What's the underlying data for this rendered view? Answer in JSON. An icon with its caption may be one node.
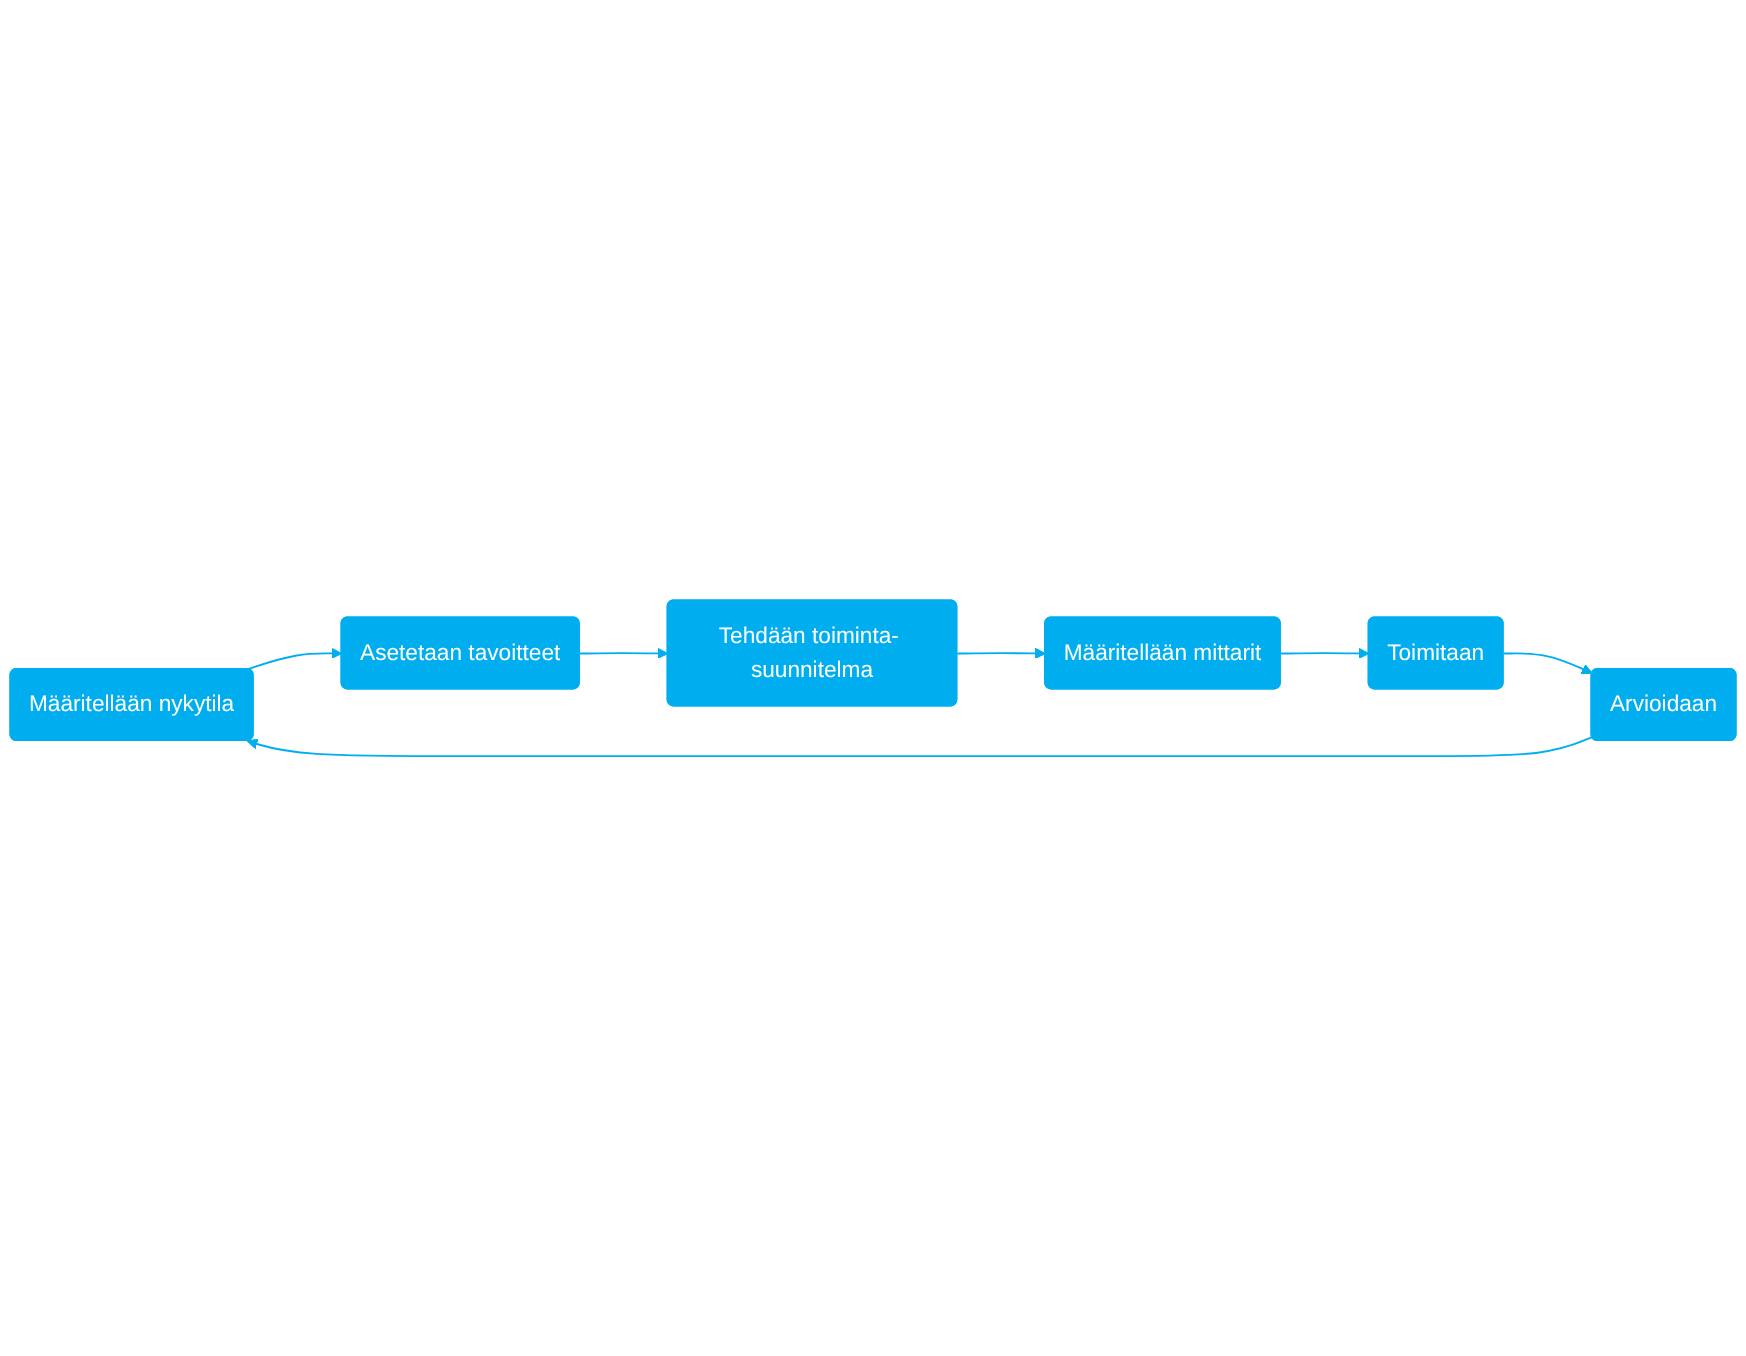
{
  "diagram": {
    "nodes": [
      {
        "text": [
          "Määritellään nykytila"
        ]
      },
      {
        "text": [
          "Asetetaan tavoitteet"
        ]
      },
      {
        "text": [
          "Tehdään toiminta- suunnitelma"
        ]
      },
      {
        "text": [
          "Määritellään mittarit"
        ]
      },
      {
        "text": [
          "Toimitaan"
        ]
      },
      {
        "text": [
          "Arvioidaan"
        ]
      }
    ],
    "edges": [
      {
        "from": 0,
        "to": 1,
        "arrow": "to"
      },
      {
        "from": 1,
        "to": 2,
        "arrow": "to"
      },
      {
        "from": 2,
        "to": 3,
        "arrow": "to"
      },
      {
        "from": 3,
        "to": 4,
        "arrow": "to"
      },
      {
        "from": 4,
        "to": 5,
        "arrow": "to"
      },
      {
        "from": 5,
        "to": 0,
        "arrow": "to"
      }
    ]
  }
}
